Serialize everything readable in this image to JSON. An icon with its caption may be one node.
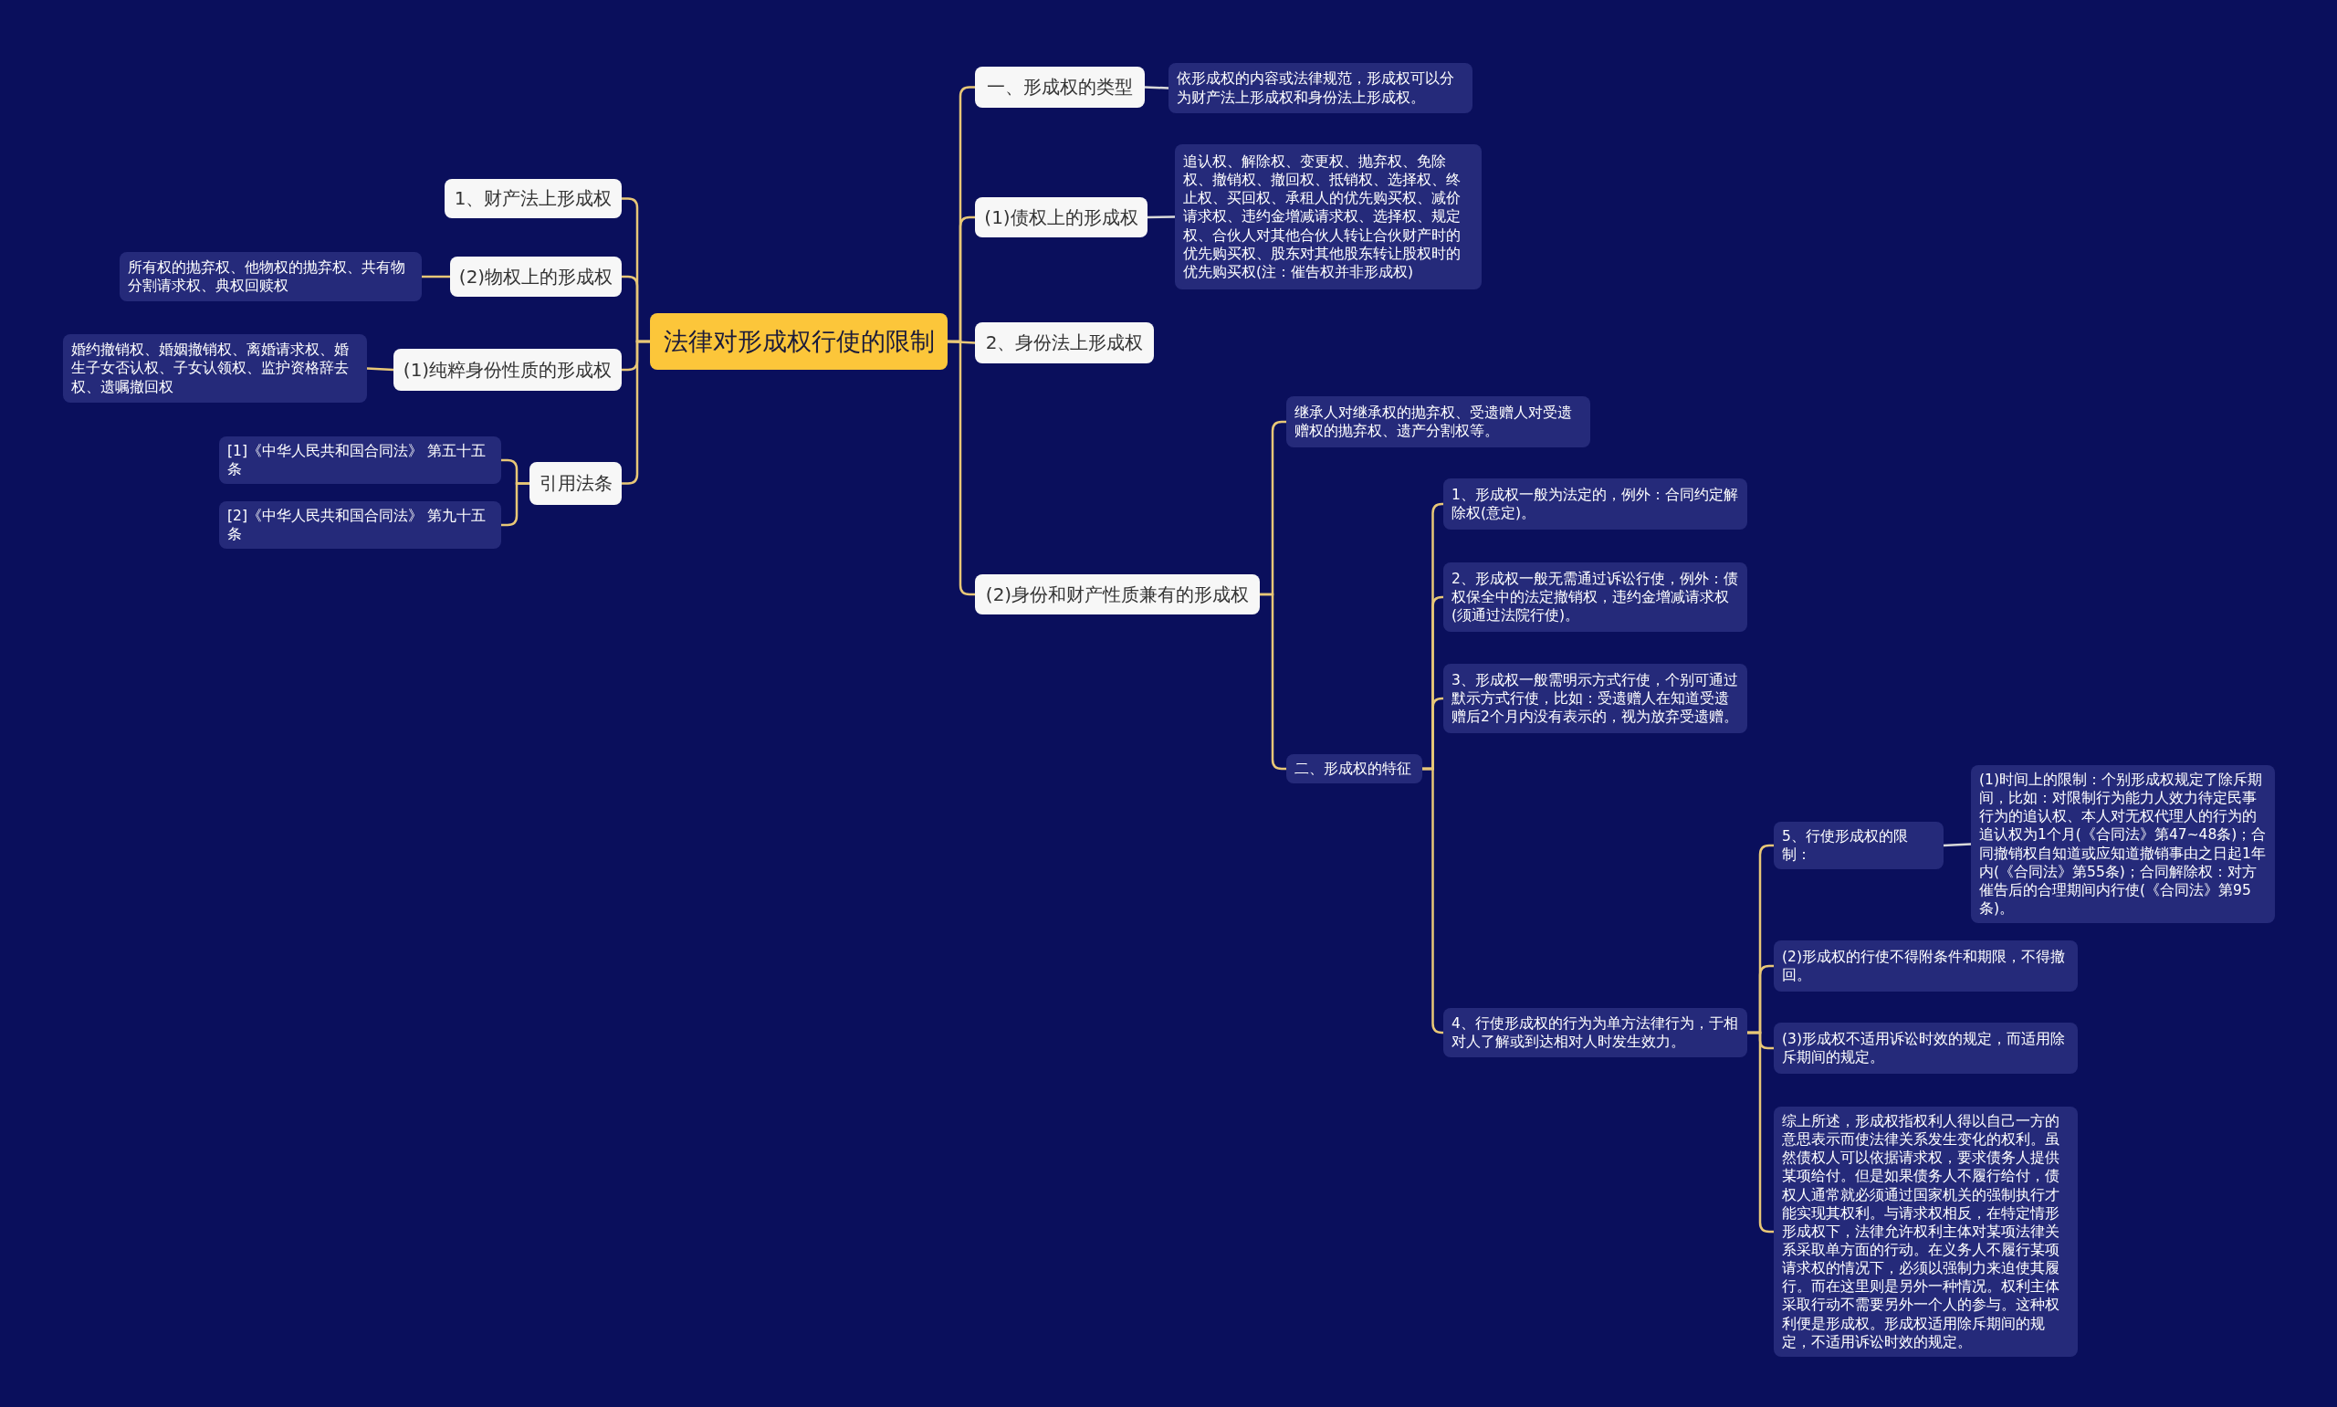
{
  "diagram": {
    "nodes": [
      {
        "text": [
          "法律对形成权行使的限制"
        ]
      },
      {
        "text": [
          "1、财产法上形成权"
        ]
      },
      {
        "text": [
          "(2)物权上的形成权"
        ]
      },
      {
        "text": [
          "所有权的抛弃权、他物权的抛弃权、共有物分割请求权、典权回赎权"
        ]
      },
      {
        "text": [
          "(1)纯粹身份性质的形成权"
        ]
      },
      {
        "text": [
          "婚约撤销权、婚姻撤销权、离婚请求权、婚生子女否认权、子女认领权、监护资格辞去权、遗嘱撤回权"
        ]
      },
      {
        "text": [
          "引用法条"
        ]
      },
      {
        "text": [
          "[1]《中华人民共和国合同法》 第五十五条"
        ]
      },
      {
        "text": [
          "[2]《中华人民共和国合同法》 第九十五条"
        ]
      },
      {
        "text": [
          "一、形成权的类型"
        ]
      },
      {
        "text": [
          "依形成权的内容或法律规范，形成权可以分为财产法上形成权和身份法上形成权。"
        ]
      },
      {
        "text": [
          "(1)债权上的形成权"
        ]
      },
      {
        "text": [
          "追认权、解除权、变更权、抛弃权、免除权、撤销权、撤回权、抵销权、选择权、终止权、买回权、承租人的优先购买权、减价请求权、违约金增减请求权、选择权、规定权、合伙人对其他合伙人转让合伙财产时的优先购买权、股东对其他股东转让股权时的优先购买权(注：催告权并非形成权)"
        ]
      },
      {
        "text": [
          "2、身份法上形成权"
        ]
      },
      {
        "text": [
          "(2)身份和财产性质兼有的形成权"
        ]
      },
      {
        "text": [
          "继承人对继承权的抛弃权、受遗赠人对受遗赠权的抛弃权、遗产分割权等。"
        ]
      },
      {
        "text": [
          "二、形成权的特征"
        ]
      },
      {
        "text": [
          "1、形成权一般为法定的，例外：合同约定解除权(意定)。"
        ]
      },
      {
        "text": [
          "2、形成权一般无需通过诉讼行使，例外：债权保全中的法定撤销权，违约金增减请求权(须通过法院行使)。"
        ]
      },
      {
        "text": [
          "3、形成权一般需明示方式行使，个别可通过默示方式行使，比如：受遗赠人在知道受遗赠后2个月内没有表示的，视为放弃受遗赠。"
        ]
      },
      {
        "text": [
          "4、行使形成权的行为为单方法律行为，于相对人了解或到达相对人时发生效力。"
        ]
      },
      {
        "text": [
          "5、行使形成权的限制："
        ]
      },
      {
        "text": [
          "(1)时间上的限制：个别形成权规定了除斥期间，比如：对限制行为能力人效力待定民事行为的追认权、本人对无权代理人的行为的追认权为1个月(《合同法》第47~48条)；合同撤销权自知道或应知道撤销事由之日起1年内(《合同法》第55条)；合同解除权：对方催告后的合理期间内行使(《合同法》第95条)。"
        ]
      },
      {
        "text": [
          "(2)形成权的行使不得附条件和期限，不得撤回。"
        ]
      },
      {
        "text": [
          "(3)形成权不适用诉讼时效的规定，而适用除斥期间的规定。"
        ]
      },
      {
        "text": [
          "综上所述，形成权指权利人得以自己一方的意思表示而使法律关系发生变化的权利。虽然债权人可以依据请求权，要求债务人提供某项给付。但是如果债务人不履行给付，债权人通常就必须通过国家机关的强制执行才能实现其权利。与请求权相反，在特定情形形成权下，法律允许权利主体对某项法律关系采取单方面的行动。在义务人不履行某项请求权的情况下，必须以强制力来迫使其履行。而在这里则是另外一种情况。权利主体采取行动不需要另外一个人的参与。这种权利便是形成权。形成权适用除斥期间的规定，不适用诉讼时效的规定。"
        ]
      }
    ],
    "edges": [
      {
        "from": 0,
        "to": 1,
        "arrow": "none"
      },
      {
        "from": 0,
        "to": 2,
        "arrow": "none"
      },
      {
        "from": 2,
        "to": 3,
        "arrow": "none"
      },
      {
        "from": 0,
        "to": 4,
        "arrow": "none"
      },
      {
        "from": 4,
        "to": 5,
        "arrow": "none"
      },
      {
        "from": 0,
        "to": 6,
        "arrow": "none"
      },
      {
        "from": 6,
        "to": 7,
        "arrow": "none"
      },
      {
        "from": 6,
        "to": 8,
        "arrow": "none"
      },
      {
        "from": 0,
        "to": 9,
        "arrow": "none"
      },
      {
        "from": 9,
        "to": 10,
        "arrow": "none",
        "color": "#d9d9d9"
      },
      {
        "from": 0,
        "to": 11,
        "arrow": "none"
      },
      {
        "from": 11,
        "to": 12,
        "arrow": "none",
        "color": "#d9d9d9"
      },
      {
        "from": 0,
        "to": 13,
        "arrow": "none"
      },
      {
        "from": 0,
        "to": 14,
        "arrow": "none"
      },
      {
        "from": 14,
        "to": 15,
        "arrow": "none"
      },
      {
        "from": 14,
        "to": 16,
        "arrow": "none"
      },
      {
        "from": 16,
        "to": 17,
        "arrow": "none"
      },
      {
        "from": 16,
        "to": 18,
        "arrow": "none"
      },
      {
        "from": 16,
        "to": 19,
        "arrow": "none"
      },
      {
        "from": 16,
        "to": 20,
        "arrow": "none"
      },
      {
        "from": 20,
        "to": 21,
        "arrow": "none"
      },
      {
        "from": 21,
        "to": 22,
        "arrow": "none",
        "color": "#d9d9d9"
      },
      {
        "from": 20,
        "to": 23,
        "arrow": "none"
      },
      {
        "from": 20,
        "to": 24,
        "arrow": "none"
      },
      {
        "from": 20,
        "to": 25,
        "arrow": "none"
      }
    ]
  }
}
